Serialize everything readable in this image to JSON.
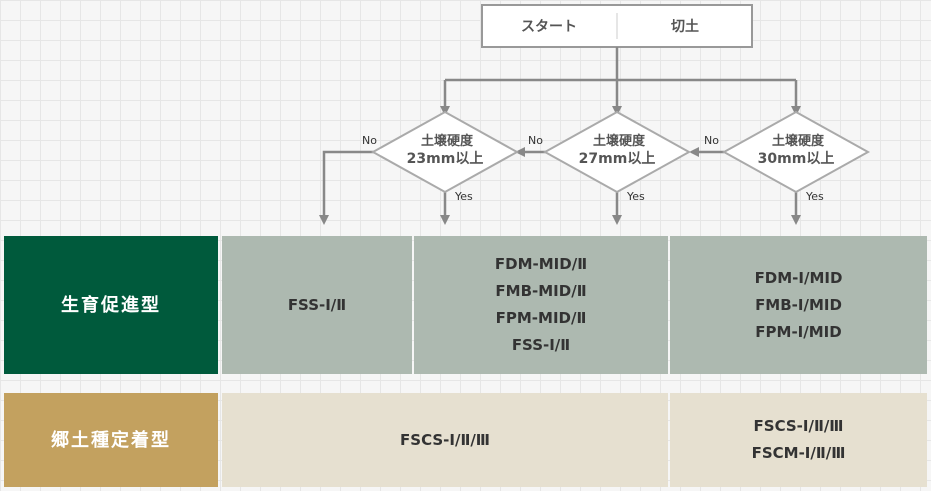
{
  "start_box": {
    "left": "スタート",
    "right": "切土"
  },
  "decisions": [
    {
      "line1": "土壌硬度",
      "line2": "23mm以上",
      "no": "No",
      "yes": "Yes"
    },
    {
      "line1": "土壌硬度",
      "line2": "27mm以上",
      "no": "No",
      "yes": "Yes"
    },
    {
      "line1": "土壌硬度",
      "line2": "30mm以上",
      "no": "No",
      "yes": "Yes"
    }
  ],
  "colors": {
    "row1_header": "#005a3c",
    "row1_cells": "#adb9b0",
    "row2_header": "#c3a15f",
    "row2_cells": "#e6e0d0"
  },
  "row1": {
    "header": "生育促進型",
    "cells": [
      {
        "items": [
          "FSS-Ⅰ/Ⅱ"
        ]
      },
      {
        "items": [
          "FDM-MID/Ⅱ",
          "FMB-MID/Ⅱ",
          "FPM-MID/Ⅱ",
          "FSS-Ⅰ/Ⅱ"
        ]
      },
      {
        "items": [
          "FDM-Ⅰ/MID",
          "FMB-Ⅰ/MID",
          "FPM-Ⅰ/MID"
        ]
      }
    ]
  },
  "row2": {
    "header": "郷土種定着型",
    "cells": [
      {
        "items": [
          "FSCS-Ⅰ/Ⅱ/Ⅲ"
        ]
      },
      {
        "items": [
          "FSCS-Ⅰ/Ⅱ/Ⅲ",
          "FSCM-Ⅰ/Ⅱ/Ⅲ"
        ]
      }
    ]
  }
}
